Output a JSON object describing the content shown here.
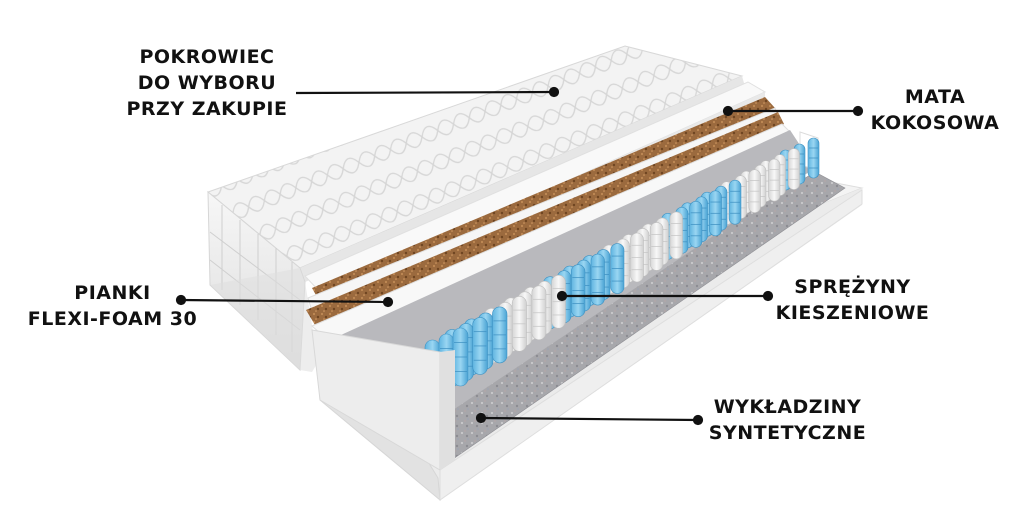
{
  "labels": {
    "cover": [
      "POKROWIEC",
      "DO WYBORU",
      "PRZY ZAKUPIE"
    ],
    "coconut": [
      "MATA",
      "KOKOSOWA"
    ],
    "foam": [
      "PIANKI",
      "FLEXI-FOAM 30"
    ],
    "springs": [
      "SPRĘŻYNY",
      "KIESZENIOWE"
    ],
    "felt": [
      "WYKŁADZINY",
      "SYNTETYCZNE"
    ]
  },
  "colors": {
    "text": "#111111",
    "leader": "#111111",
    "quilt": "#f2f2f2",
    "quilt_line": "#d4d4d4",
    "foam": "#f7f7f7",
    "coconut": "#9b6a3e",
    "spring_white": "#eeeeee",
    "spring_blue": "#86c9ea",
    "felt": "#a9a9ad"
  }
}
